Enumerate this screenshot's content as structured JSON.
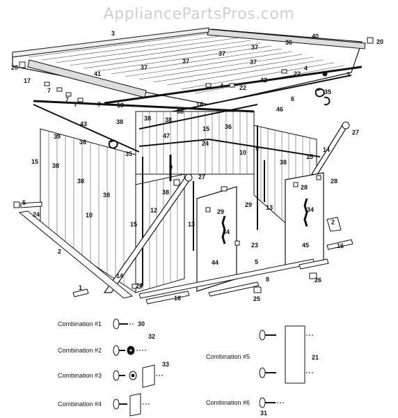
{
  "watermark": "AppliancePartsPros.com",
  "callouts": {
    "c3a": "3",
    "c40": "40",
    "c36": "36",
    "c20a": "20",
    "c37a": "37",
    "c37b": "37",
    "c37c": "37",
    "c37d": "37",
    "c37e": "37",
    "c20b": "20",
    "c41": "41",
    "c4a": "4",
    "c22a": "22",
    "c22b": "22",
    "c42": "42",
    "c3b": "3",
    "c17": "17",
    "c7a": "7",
    "c7b": "7",
    "c7c": "7",
    "c7d": "7",
    "c4b": "4",
    "c22c": "22",
    "c35a": "35",
    "c19": "19",
    "c38a": "38",
    "c18": "18",
    "c6": "6",
    "c46": "46",
    "c43": "43",
    "c38b": "38",
    "c38c": "38",
    "c38d": "38",
    "c15a": "15",
    "c36b": "36",
    "c27a": "27",
    "c39": "39",
    "c38e": "38",
    "c47": "47",
    "c24a": "24",
    "c14a": "14",
    "c15b": "15",
    "c38f": "38",
    "c35b": "35",
    "c10a": "10",
    "c9a": "9",
    "c38g": "38",
    "c15c": "15",
    "c38h": "38",
    "c9b": "9",
    "c27b": "27",
    "c28a": "28",
    "c28b": "28",
    "c38i": "38",
    "c38j": "38",
    "c5": "5",
    "c24b": "24",
    "c10b": "10",
    "c12": "12",
    "c29a": "29",
    "c29b": "29",
    "c13a": "13",
    "c13b": "13",
    "c34a": "34",
    "c34b": "34",
    "c15d": "15",
    "c2a": "2",
    "c23": "23",
    "c45": "45",
    "c44": "44",
    "c2b": "2",
    "c16a": "16",
    "c5b": "5",
    "c14b": "14",
    "c8": "8",
    "c26": "26",
    "c1": "1",
    "c24c": "24",
    "c16b": "16",
    "c25": "25"
  },
  "combinations": [
    {
      "label": "Combination #1",
      "part": "30"
    },
    {
      "label": "Combination #2",
      "part": "32"
    },
    {
      "label": "Combination #3",
      "part": "33"
    },
    {
      "label": "Combination #4",
      "part": ""
    },
    {
      "label": "Combination #5",
      "part": "21"
    },
    {
      "label": "Combination #6",
      "part": "31"
    }
  ]
}
